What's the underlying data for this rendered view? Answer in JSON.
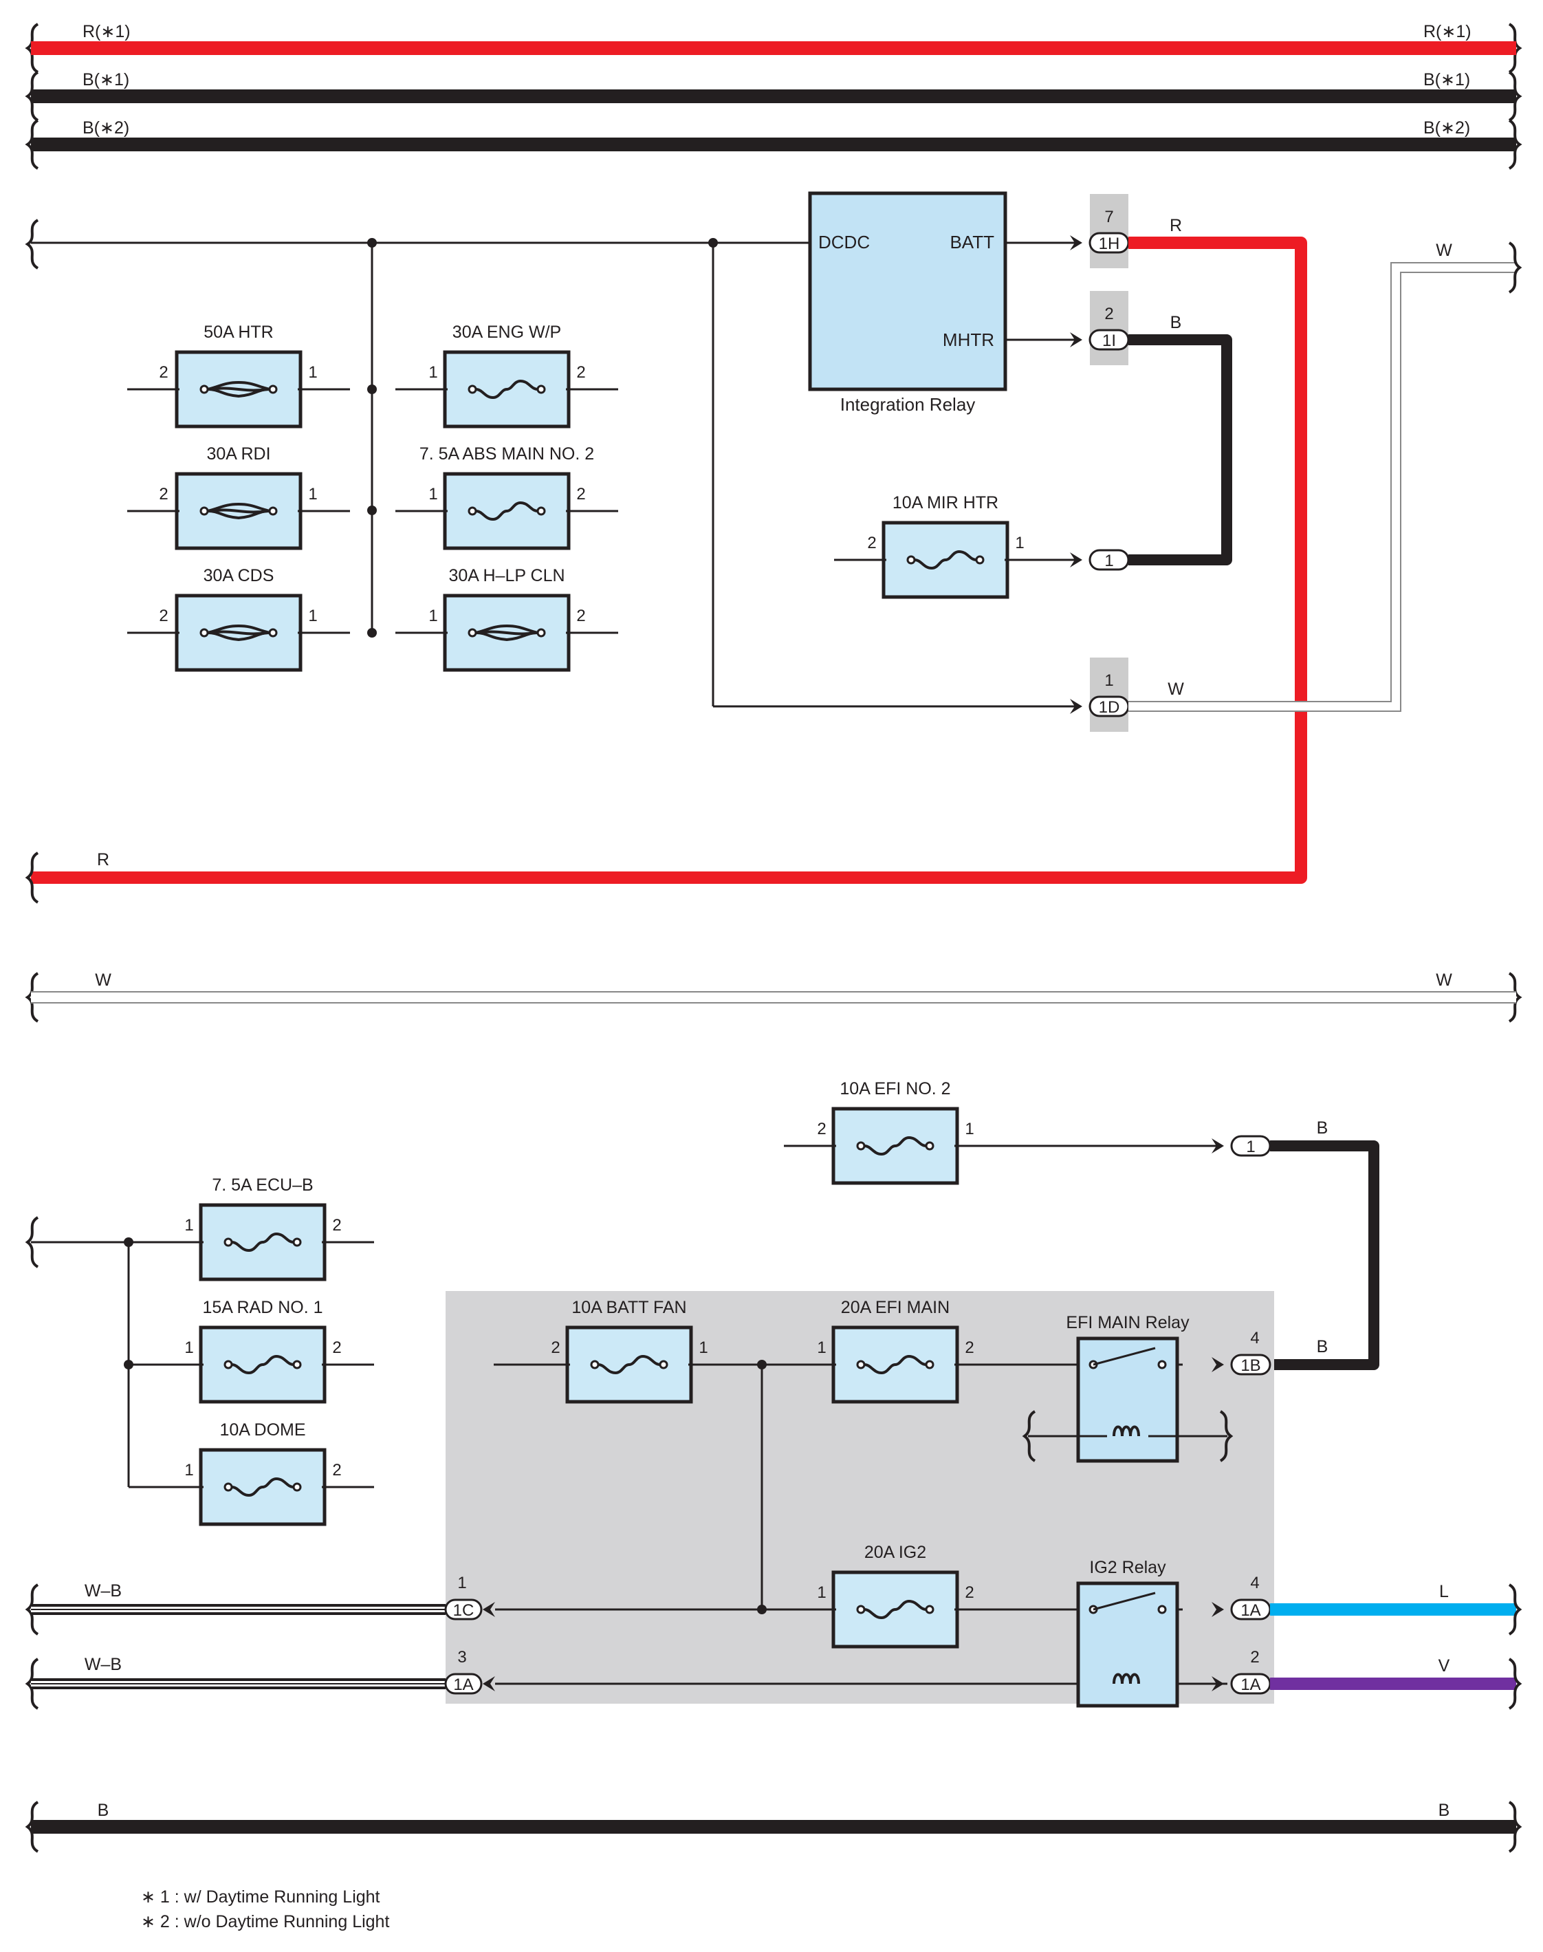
{
  "colors": {
    "red": "#ed1c24",
    "black": "#231f20",
    "white_wire_outline": "#888888",
    "blue": "#00aeef",
    "violet": "#7030a0",
    "fuse_fill": "#cce9f7",
    "relay_fill": "#c2e3f5",
    "junction_block_fill": "#d4d4d6",
    "connector_tab": "#cccccc"
  },
  "bus_lines": {
    "r1_left": "R(∗1)",
    "r1_right": "R(∗1)",
    "b1_left": "B(∗1)",
    "b1_right": "B(∗1)",
    "b2_left": "B(∗2)",
    "b2_right": "B(∗2)"
  },
  "integration_relay": {
    "label": "Integration Relay",
    "dcdc": "DCDC",
    "batt": "BATT",
    "mhtr": "MHTR"
  },
  "fuses": {
    "htr": {
      "label": "50A HTR",
      "pin_left": "2",
      "pin_right": "1"
    },
    "eng_wp": {
      "label": "30A ENG W/P",
      "pin_left": "1",
      "pin_right": "2"
    },
    "rdi": {
      "label": "30A RDI",
      "pin_left": "2",
      "pin_right": "1"
    },
    "abs_main2": {
      "label": "7. 5A ABS MAIN NO. 2",
      "pin_left": "1",
      "pin_right": "2"
    },
    "cds": {
      "label": "30A CDS",
      "pin_left": "2",
      "pin_right": "1"
    },
    "hlp_cln": {
      "label": "30A H–LP CLN",
      "pin_left": "1",
      "pin_right": "2"
    },
    "mir_htr": {
      "label": "10A MIR HTR",
      "pin_left": "2",
      "pin_right": "1"
    },
    "efi_no2": {
      "label": "10A EFI NO. 2",
      "pin_left": "2",
      "pin_right": "1"
    },
    "ecu_b": {
      "label": "7. 5A ECU–B",
      "pin_left": "1",
      "pin_right": "2"
    },
    "rad_no1": {
      "label": "15A RAD NO. 1",
      "pin_left": "1",
      "pin_right": "2"
    },
    "dome": {
      "label": "10A DOME",
      "pin_left": "1",
      "pin_right": "2"
    },
    "batt_fan": {
      "label": "10A BATT FAN",
      "pin_left": "2",
      "pin_right": "1"
    },
    "efi_main": {
      "label": "20A EFI MAIN",
      "pin_left": "1",
      "pin_right": "2"
    },
    "ig2": {
      "label": "20A IG2",
      "pin_left": "1",
      "pin_right": "2"
    }
  },
  "relays": {
    "efi_main_relay": "EFI MAIN Relay",
    "ig2_relay": "IG2 Relay"
  },
  "connectors": {
    "c1h": {
      "pin": "7",
      "code": "1H",
      "wire": "R"
    },
    "c1i": {
      "pin": "2",
      "code": "1I",
      "wire": "B"
    },
    "c1_mir": {
      "code": "1"
    },
    "c1d": {
      "pin": "1",
      "code": "1D",
      "wire": "W"
    },
    "c1_efi2": {
      "code": "1",
      "wire": "B"
    },
    "c1b": {
      "pin": "4",
      "code": "1B",
      "wire": "B"
    },
    "c1a_ig2": {
      "pin": "4",
      "code": "1A",
      "wire": "L"
    },
    "c1a_coil": {
      "pin": "2",
      "code": "1A",
      "wire": "V"
    },
    "c1c": {
      "pin": "1",
      "code": "1C"
    },
    "c1a_ground": {
      "pin": "3",
      "code": "1A"
    }
  },
  "wire_labels": {
    "w_right_top": "W",
    "r_left": "R",
    "w_bus_left": "W",
    "w_bus_right": "W",
    "wb_top": "W–B",
    "wb_bottom": "W–B",
    "b_bus_left": "B",
    "b_bus_right": "B"
  },
  "notes": {
    "note1": "∗ 1 : w/ Daytime Running Light",
    "note2": "∗ 2 : w/o Daytime Running Light"
  }
}
